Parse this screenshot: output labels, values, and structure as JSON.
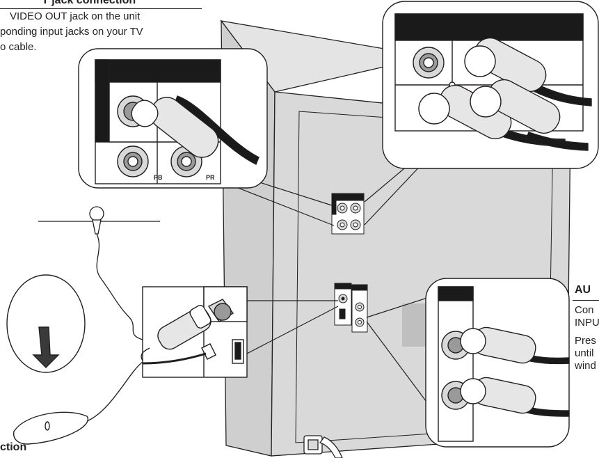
{
  "video_section": {
    "heading": "T jack connection",
    "lines": [
      "VIDEO OUT jack on the unit",
      "ponding input jacks on your TV",
      "o cable."
    ]
  },
  "antenna_section": {
    "heading": "ction"
  },
  "aux_section": {
    "heading": "AU",
    "lines": [
      "Con",
      "INPU",
      "Pres",
      "until",
      "wind"
    ]
  },
  "jack_labels": {
    "pb": "PB",
    "pr": "PR"
  },
  "colors": {
    "ink": "#231f20",
    "panel_fill": "#d9d9d9",
    "panel_dark": "#1a1a1a",
    "plug_fill": "#e6e6e6",
    "shade": "#bfbfbf"
  }
}
